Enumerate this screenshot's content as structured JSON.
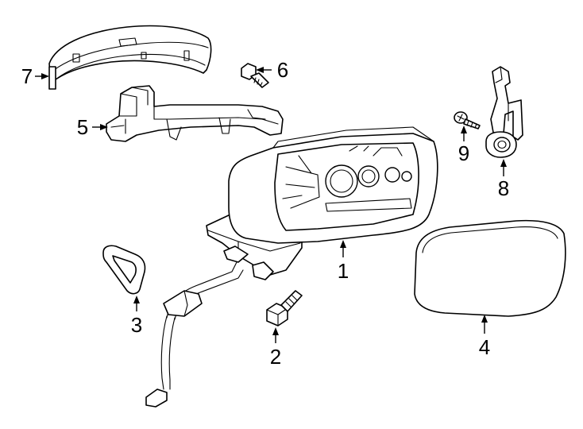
{
  "callouts": [
    {
      "id": "1",
      "text": "1"
    },
    {
      "id": "2",
      "text": "2"
    },
    {
      "id": "3",
      "text": "3"
    },
    {
      "id": "4",
      "text": "4"
    },
    {
      "id": "5",
      "text": "5"
    },
    {
      "id": "6",
      "text": "6"
    },
    {
      "id": "7",
      "text": "7"
    },
    {
      "id": "8",
      "text": "8"
    },
    {
      "id": "9",
      "text": "9"
    }
  ],
  "colors": {
    "line": "#000000",
    "background": "#ffffff"
  }
}
